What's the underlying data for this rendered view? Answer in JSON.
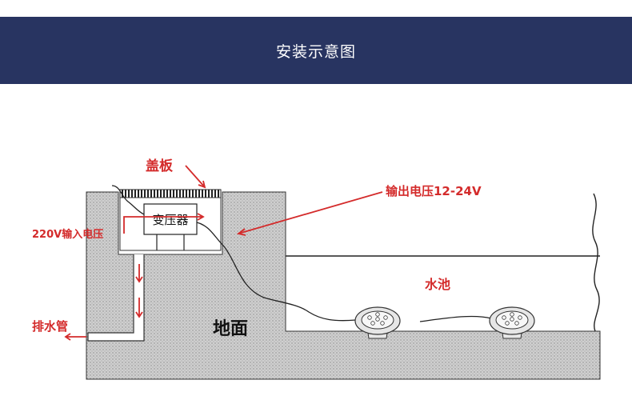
{
  "header": {
    "title": "安装示意图"
  },
  "labels": {
    "cover_plate": "盖板",
    "output_voltage": "输出电压12-24V",
    "transformer": "变压器",
    "input_voltage": "220V输入电压",
    "pool": "水池",
    "drain_pipe": "排水管",
    "ground": "地面"
  },
  "colors": {
    "banner": "#283461",
    "label_red": "#d42b2b",
    "ground_fill": "#c8c8c8"
  },
  "icons": {
    "pool_lights": [
      "underwater-light-icon",
      "underwater-light-icon"
    ]
  }
}
